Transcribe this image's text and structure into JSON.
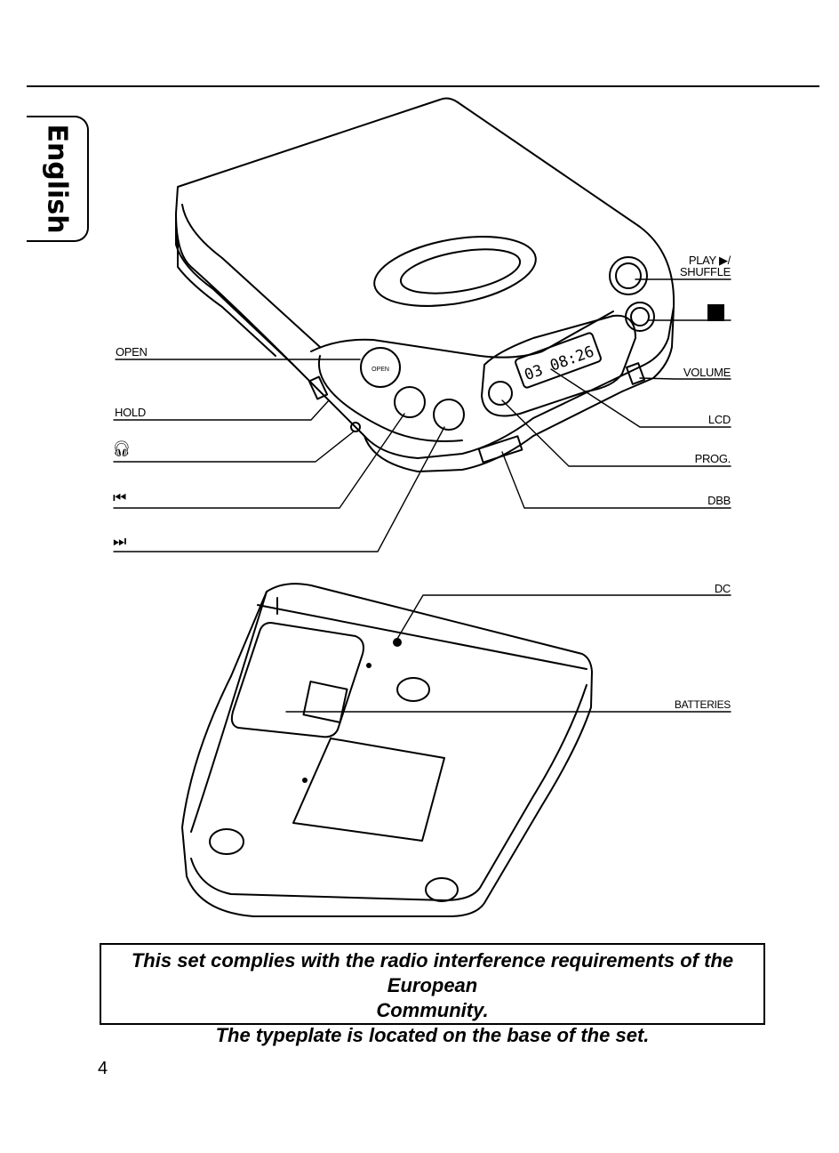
{
  "language_tab": "English",
  "labels_left": {
    "open": "OPEN",
    "hold": "HOLD",
    "headphones_icon": "headphones-icon",
    "prev_icon": "skip-previous-icon",
    "next_icon": "skip-next-icon"
  },
  "labels_right": {
    "play_line1": "PLAY ▶/",
    "play_line2": "SHUFFLE",
    "stop_icon": "stop-square-icon",
    "volume": "VOLUME",
    "lcd": "LCD",
    "prog": "PROG.",
    "dbb": "DBB",
    "dc": "DC",
    "batteries": "BATTERIES"
  },
  "device_buttons": {
    "open": "OPEN",
    "lcd_display": "03 08:26"
  },
  "notice": {
    "line1": "This set complies with the radio interference requirements of the European",
    "line2": "Community.",
    "line3": "The typeplate is located on the base of the set."
  },
  "page_number": "4"
}
